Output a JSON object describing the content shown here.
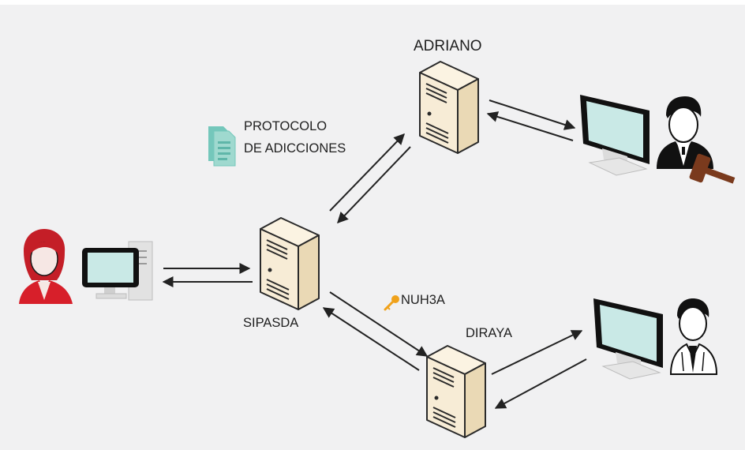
{
  "nodes": {
    "adriano": "ADRIANO",
    "sipasda": "SIPASDA",
    "diraya": "DIRAYA"
  },
  "protocol": {
    "line1": "PROTOCOLO",
    "line2": "DE ADICCIONES"
  },
  "key_label": "NUH3A",
  "colors": {
    "background": "#f1f1f2",
    "server_face": "#f7ecd6",
    "server_side": "#ead9b5",
    "monitor_screen": "#c9e9e6",
    "document_icon": "#74c7bb",
    "woman_red": "#d71f2a",
    "gavel_brown": "#7a3a1d",
    "key_gold": "#f0a21b"
  }
}
